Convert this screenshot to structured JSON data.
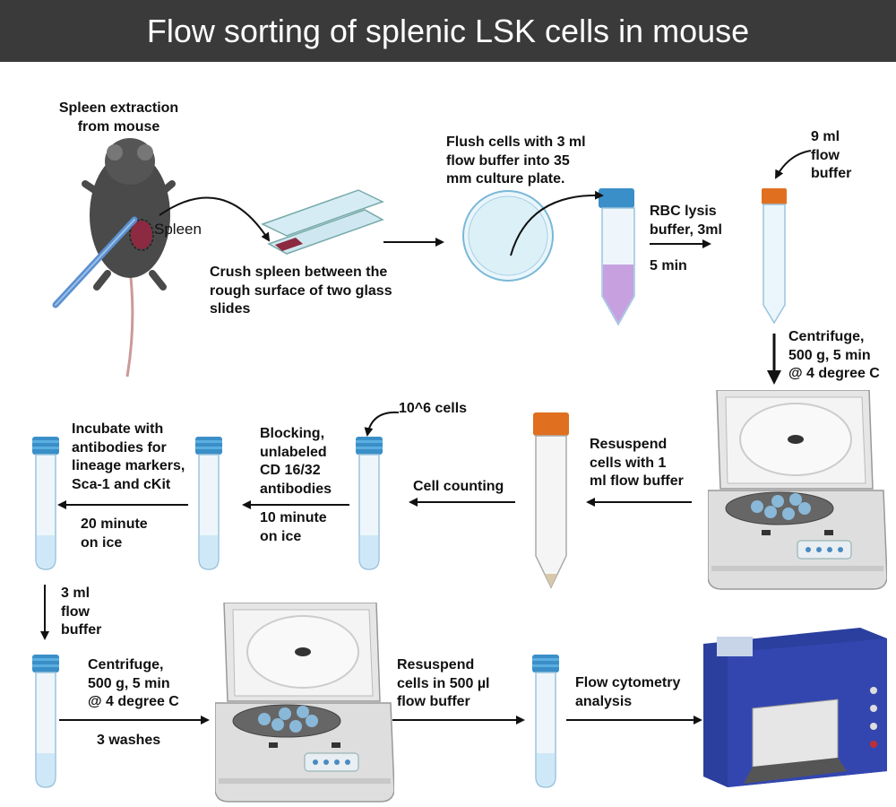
{
  "title": "Flow sorting of splenic LSK cells in mouse",
  "steps": {
    "spleen_extraction": "Spleen extraction\nfrom mouse",
    "spleen_label": "Spleen",
    "crush": "Crush spleen between the\nrough surface of two glass\nslides",
    "flush": "Flush cells with 3 ml\nflow buffer into 35\nmm culture plate.",
    "rbc_lysis": "RBC lysis\nbuffer, 3ml",
    "rbc_time": "5 min",
    "flow_buffer_9ml": "9 ml\nflow\nbuffer",
    "centrifuge_1": "Centrifuge,\n500 g, 5 min\n@ 4 degree C",
    "resuspend_1ml": "Resuspend\ncells with 1\nml flow buffer",
    "cell_counting": "Cell counting",
    "cells_count": "10^6 cells",
    "blocking": "Blocking,\nunlabeled\nCD 16/32\nantibodies",
    "blocking_time": "10 minute\non ice",
    "incubate": "Incubate with\nantibodies for\nlineage markers,\nSca-1 and cKit",
    "incubate_time": "20 minute\non ice",
    "flow_buffer_3ml": "3 ml\nflow\nbuffer",
    "centrifuge_2": "Centrifuge,\n500 g, 5 min\n@ 4 degree C",
    "washes": "3 washes",
    "resuspend_500": "Resuspend\ncells in 500 µl\nflow buffer",
    "flow_cytometry": "Flow cytometry\nanalysis"
  },
  "colors": {
    "title_bar": "#3a3a3a",
    "tube_cap_blue": "#3a8fc8",
    "tube_cap_orange": "#e07020",
    "cytometer_blue": "#2a3f9e",
    "lysis_purple": "#c7a0e0"
  }
}
